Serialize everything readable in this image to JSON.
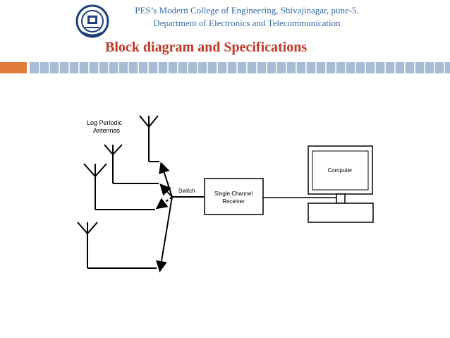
{
  "header": {
    "college_line1": "PES’s Modern College of Engineering, Shivajinagar, pune-5.",
    "college_line2": "Department of Electronics and Telecommunication",
    "title": "Block diagram and Specifications",
    "logo_icon": "college-emblem-icon"
  },
  "colors": {
    "title": "#c0392b",
    "header_text": "#3a6aa5",
    "bar_orange": "#e07b39",
    "bar_blue": "#a9bcd6"
  },
  "diagram": {
    "antennas_label_1": "Log Periodic",
    "antennas_label_2": "Antennas",
    "switch_label": "Switch",
    "receiver_label_1": "Single Channel",
    "receiver_label_2": "Receiver",
    "computer_label": "Computer"
  }
}
